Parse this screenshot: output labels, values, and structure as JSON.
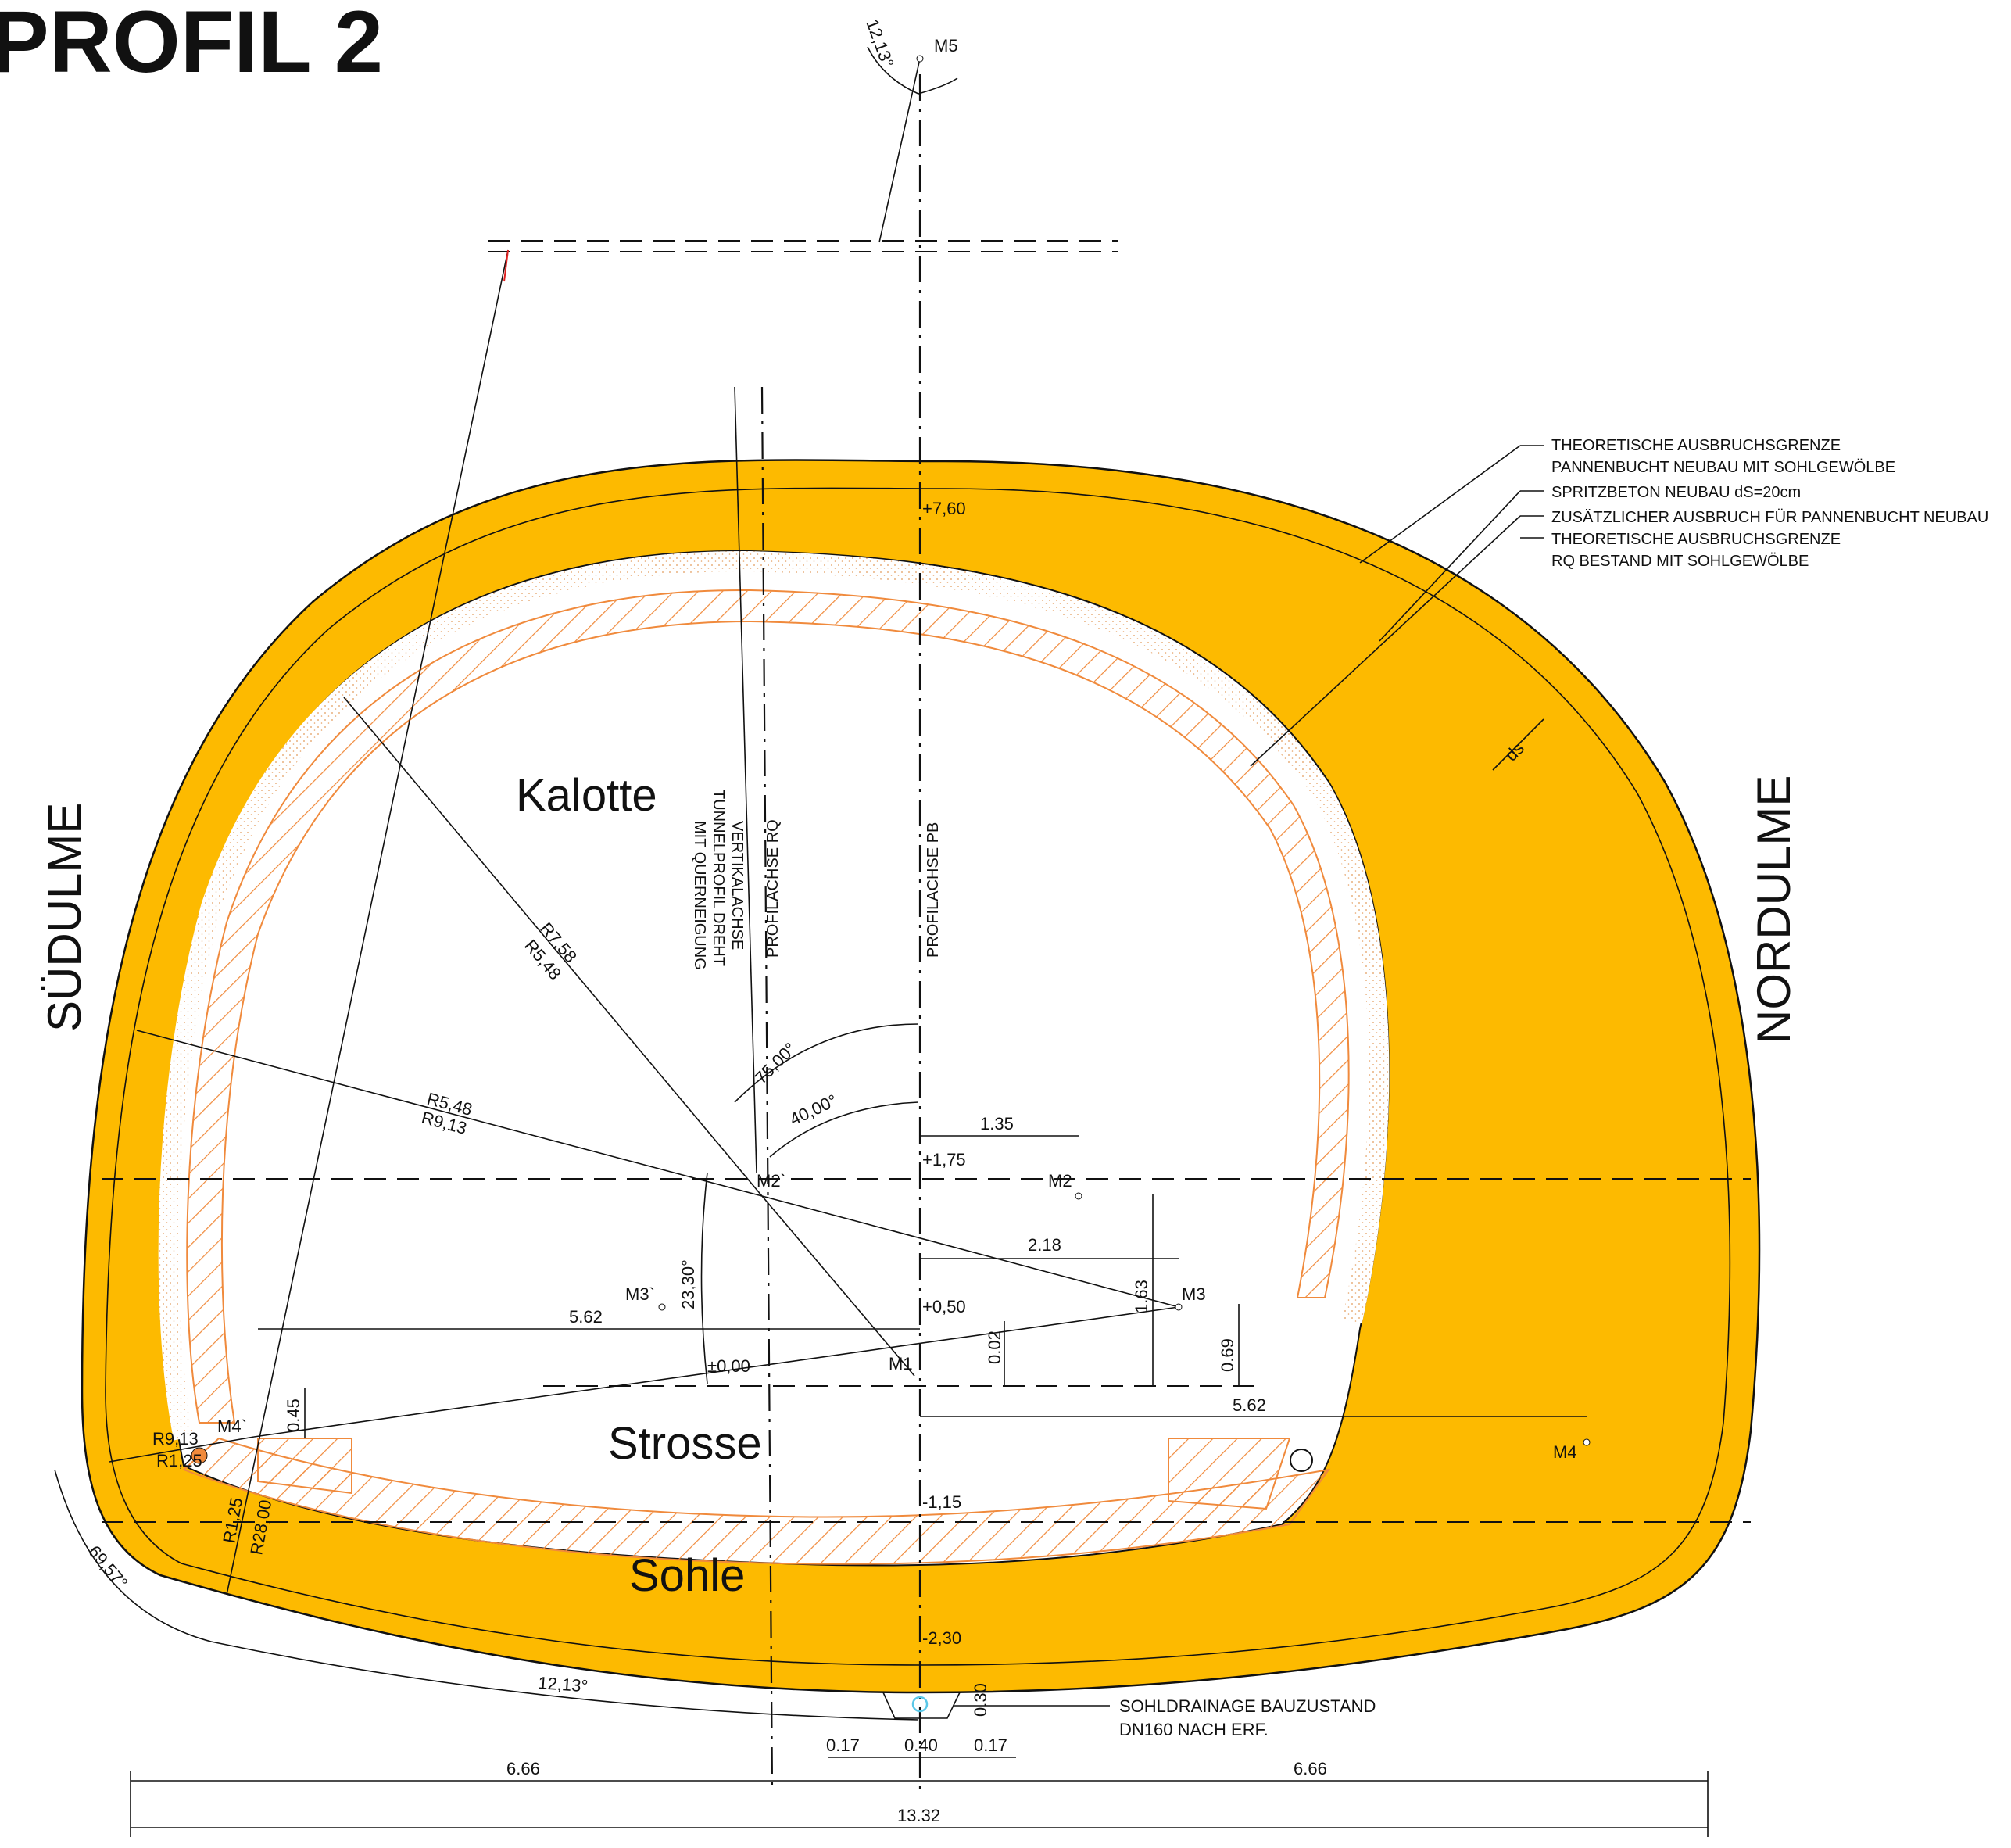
{
  "title": "PROFIL 2",
  "colors": {
    "shotcrete": "#FDBA00",
    "hatch": "#F08A3C",
    "line": "#111111",
    "drainage": "#5BC8E8"
  },
  "zones": {
    "kalotte": "Kalotte",
    "strosse": "Strosse",
    "sohle": "Sohle"
  },
  "sides": {
    "south": "SÜDULME",
    "north": "NORDULME"
  },
  "axes": {
    "rq": "PROFILACHSE RQ",
    "pb": "PROFILACHSE PB",
    "vertical_line1": "VERTIKALACHSE",
    "vertical_line2": "TUNNELPROFIL DREHT",
    "vertical_line3": "MIT QUERNEIGUNG"
  },
  "legend": [
    "THEORETISCHE AUSBRUCHSGRENZE",
    "PANNENBUCHT NEUBAU MIT SOHLGEWÖLBE",
    "SPRITZBETON NEUBAU dS=20cm",
    "ZUSÄTZLICHER AUSBRUCH FÜR PANNENBUCHT NEUBAU",
    "THEORETISCHE AUSBRUCHSGRENZE",
    "RQ BESTAND MIT SOHLGEWÖLBE"
  ],
  "drainage": {
    "line1": "SOHLDRAINAGE BAUZUSTAND",
    "line2": "DN160 NACH ERF."
  },
  "points": {
    "m1": "M1",
    "m2": "M2",
    "m2p": "M2`",
    "m3": "M3",
    "m3p": "M3`",
    "m4": "M4",
    "m4p": "M4`",
    "m5": "M5"
  },
  "elevations": {
    "top": "+7,60",
    "e175": "+1,75",
    "e050": "+0,50",
    "zero": "±0,00",
    "e115": "-1,15",
    "e230": "-2,30"
  },
  "radii": {
    "r758": "R7,58",
    "r548a": "R5,48",
    "r548b": "R5,48",
    "r913a": "R9,13",
    "r913b": "R9,13",
    "r125a": "R1,25",
    "r125b": "R1,25",
    "r2800": "R28,00"
  },
  "angles": {
    "a1213top": "12,13°",
    "a7500": "75,00°",
    "a4000": "40,00°",
    "a2330": "23,30°",
    "a6957": "69,57°",
    "a1213bot": "12,13°"
  },
  "dims": {
    "d135": "1.35",
    "d218": "2.18",
    "d163": "1.63",
    "d562a": "5.62",
    "d002": "0.02",
    "d069": "0.69",
    "d045": "0.45",
    "d562b": "5.62",
    "d030": "0.30",
    "d017a": "0.17",
    "d040": "0.40",
    "d017b": "0.17",
    "d666a": "6.66",
    "d666b": "6.66",
    "d1332": "13.32",
    "ds": "ds"
  }
}
